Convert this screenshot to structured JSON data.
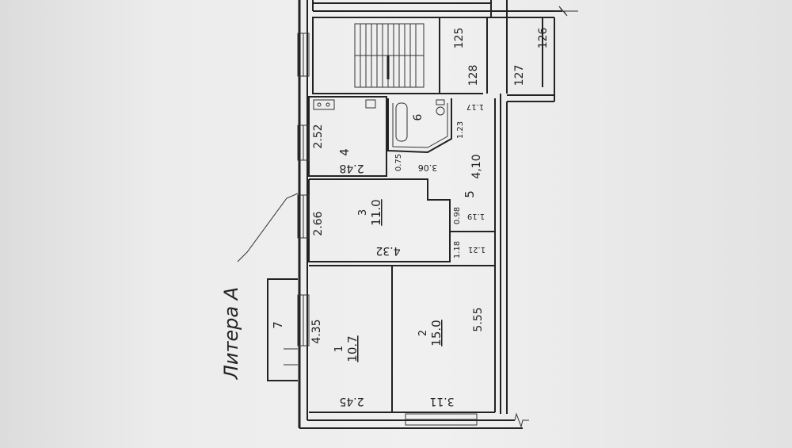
{
  "building_label": "Литера А",
  "rooms": [
    {
      "number": "1",
      "area": "10.7"
    },
    {
      "number": "2",
      "area": "15.0"
    },
    {
      "number": "3",
      "area": "11.0"
    },
    {
      "number": "4",
      "area": ""
    },
    {
      "number": "5",
      "area": ""
    },
    {
      "number": "6",
      "area": ""
    },
    {
      "number": "7",
      "area": ""
    }
  ],
  "neighbor_rooms": [
    "125",
    "126",
    "127",
    "128"
  ],
  "dimensions": {
    "d_4_35": "4.35",
    "d_2_45": "2.45",
    "d_3_11": "3.11",
    "d_5_55": "5.55",
    "d_2_66": "2.66",
    "d_4_32": "4.32",
    "d_2_52": "2.52",
    "d_2_48": "2.48",
    "d_0_75": "0.75",
    "d_3_06": "3.06",
    "d_4_10": "4,10",
    "d_1_23": "1.23",
    "d_1_17": "1.17",
    "d_0_98": "0.98",
    "d_1_19": "1.19",
    "d_1_18": "1.18",
    "d_1_21": "1.21"
  }
}
